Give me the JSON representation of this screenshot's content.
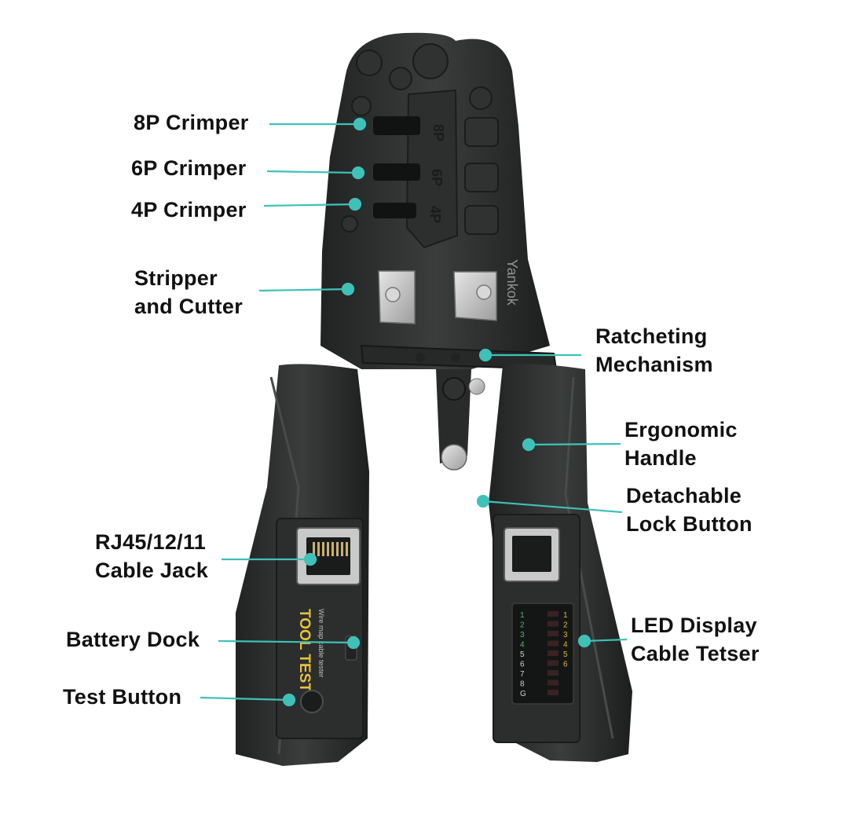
{
  "colors": {
    "background": "#ffffff",
    "tool_body": "#2a2d2c",
    "tool_highlight": "#4a4e4d",
    "callout_line": "#3fc1b8",
    "callout_dot": "#3fc1b8",
    "metal": "#cfcfcf",
    "led_green": "#58b368",
    "led_yellow": "#e0b53c",
    "brand_text": "#e8c23a"
  },
  "tool": {
    "brand_mark": "Yankok",
    "die_labels": [
      "8P",
      "6P",
      "4P"
    ],
    "tester_brand": "TOOL TEST",
    "tester_subtitle": "Wire map cable tester",
    "led_numbers_left": [
      "1",
      "2",
      "3",
      "4",
      "5",
      "6",
      "7",
      "8",
      "G"
    ],
    "led_numbers_right": [
      "1",
      "2",
      "3",
      "4",
      "5",
      "6"
    ]
  },
  "callouts": {
    "crimper_8p": "8P Crimper",
    "crimper_6p": "6P Crimper",
    "crimper_4p": "4P Crimper",
    "stripper_cutter": [
      "Stripper",
      "and Cutter"
    ],
    "ratchet": [
      "Ratcheting",
      "Mechanism"
    ],
    "handle": [
      "Ergonomic",
      "Handle"
    ],
    "lock_button": [
      "Detachable",
      "Lock Button"
    ],
    "cable_jack": [
      "RJ45/12/11",
      "Cable Jack"
    ],
    "led_display": [
      "LED Display",
      "Cable Tetser"
    ],
    "battery_dock": "Battery Dock",
    "test_button": "Test Button"
  }
}
